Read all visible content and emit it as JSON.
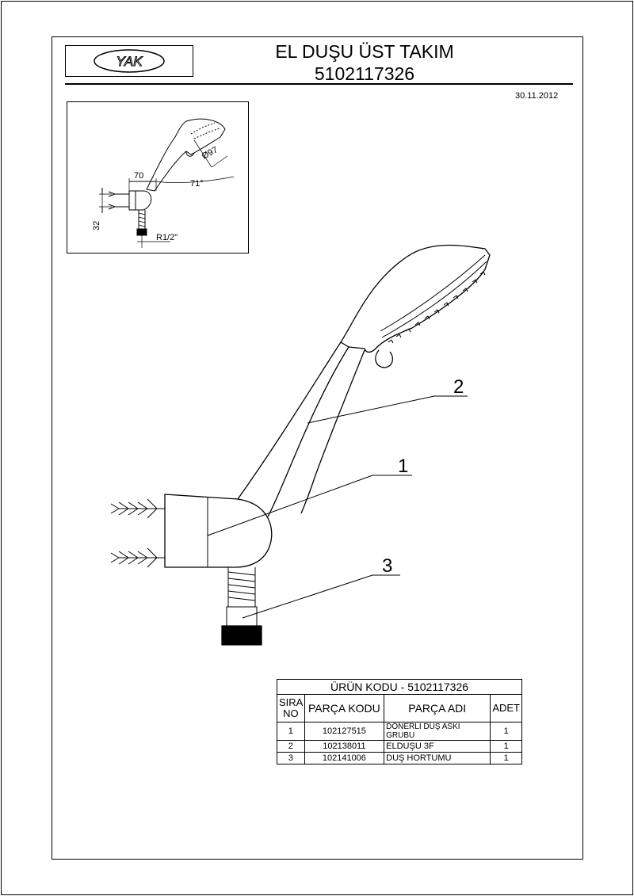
{
  "header": {
    "logo_text": "YAK",
    "title": "EL DUŞU ÜST TAKIM",
    "product_code": "5102117326",
    "date": "30.11.2012"
  },
  "inset": {
    "dim_diameter": "Ø97",
    "dim_width": "70",
    "dim_angle": "71°",
    "dim_height": "32",
    "dim_thread": "R1/2\""
  },
  "callouts": [
    "1",
    "2",
    "3"
  ],
  "parts_table": {
    "title": "ÜRÜN KODU - 5102117326",
    "headers": {
      "no": "SIRA NO",
      "code": "PARÇA KODU",
      "name": "PARÇA ADI",
      "qty": "ADET"
    },
    "rows": [
      {
        "no": "1",
        "code": "102127515",
        "name": "DÖNERLİ DUŞ ASKI GRUBU",
        "qty": "1"
      },
      {
        "no": "2",
        "code": "102138011",
        "name": "ELDUŞU 3F",
        "qty": "1"
      },
      {
        "no": "3",
        "code": "102141006",
        "name": "DUŞ HORTUMU",
        "qty": "1"
      }
    ]
  }
}
